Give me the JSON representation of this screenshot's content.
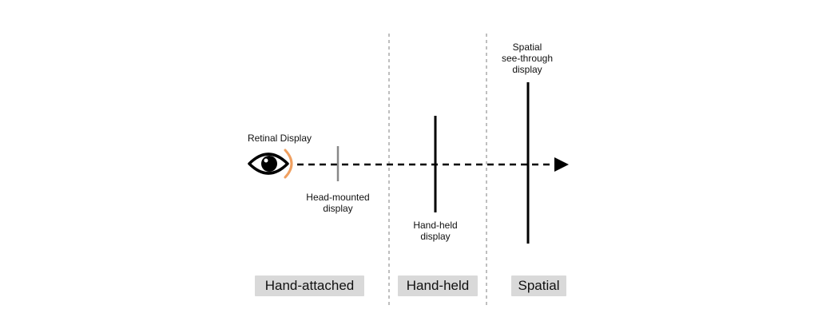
{
  "labels": {
    "retinal": "Retinal Display",
    "head_mounted": [
      "Head-mounted",
      "display"
    ],
    "hand_held_display": [
      "Hand-held",
      "display"
    ],
    "spatial_see_through": [
      "Spatial",
      "see-through",
      "display"
    ]
  },
  "categories": [
    "Hand-attached",
    "Hand-held",
    "Spatial"
  ],
  "icons": {
    "eye": "eye-icon",
    "arrow": "arrow-head-icon"
  },
  "colors": {
    "retina_arc": "#f0a060",
    "head_mounted_bar": "#888888",
    "display_bar": "#000000",
    "divider": "#aaaaaa",
    "category_bg": "#d9d9d9"
  }
}
